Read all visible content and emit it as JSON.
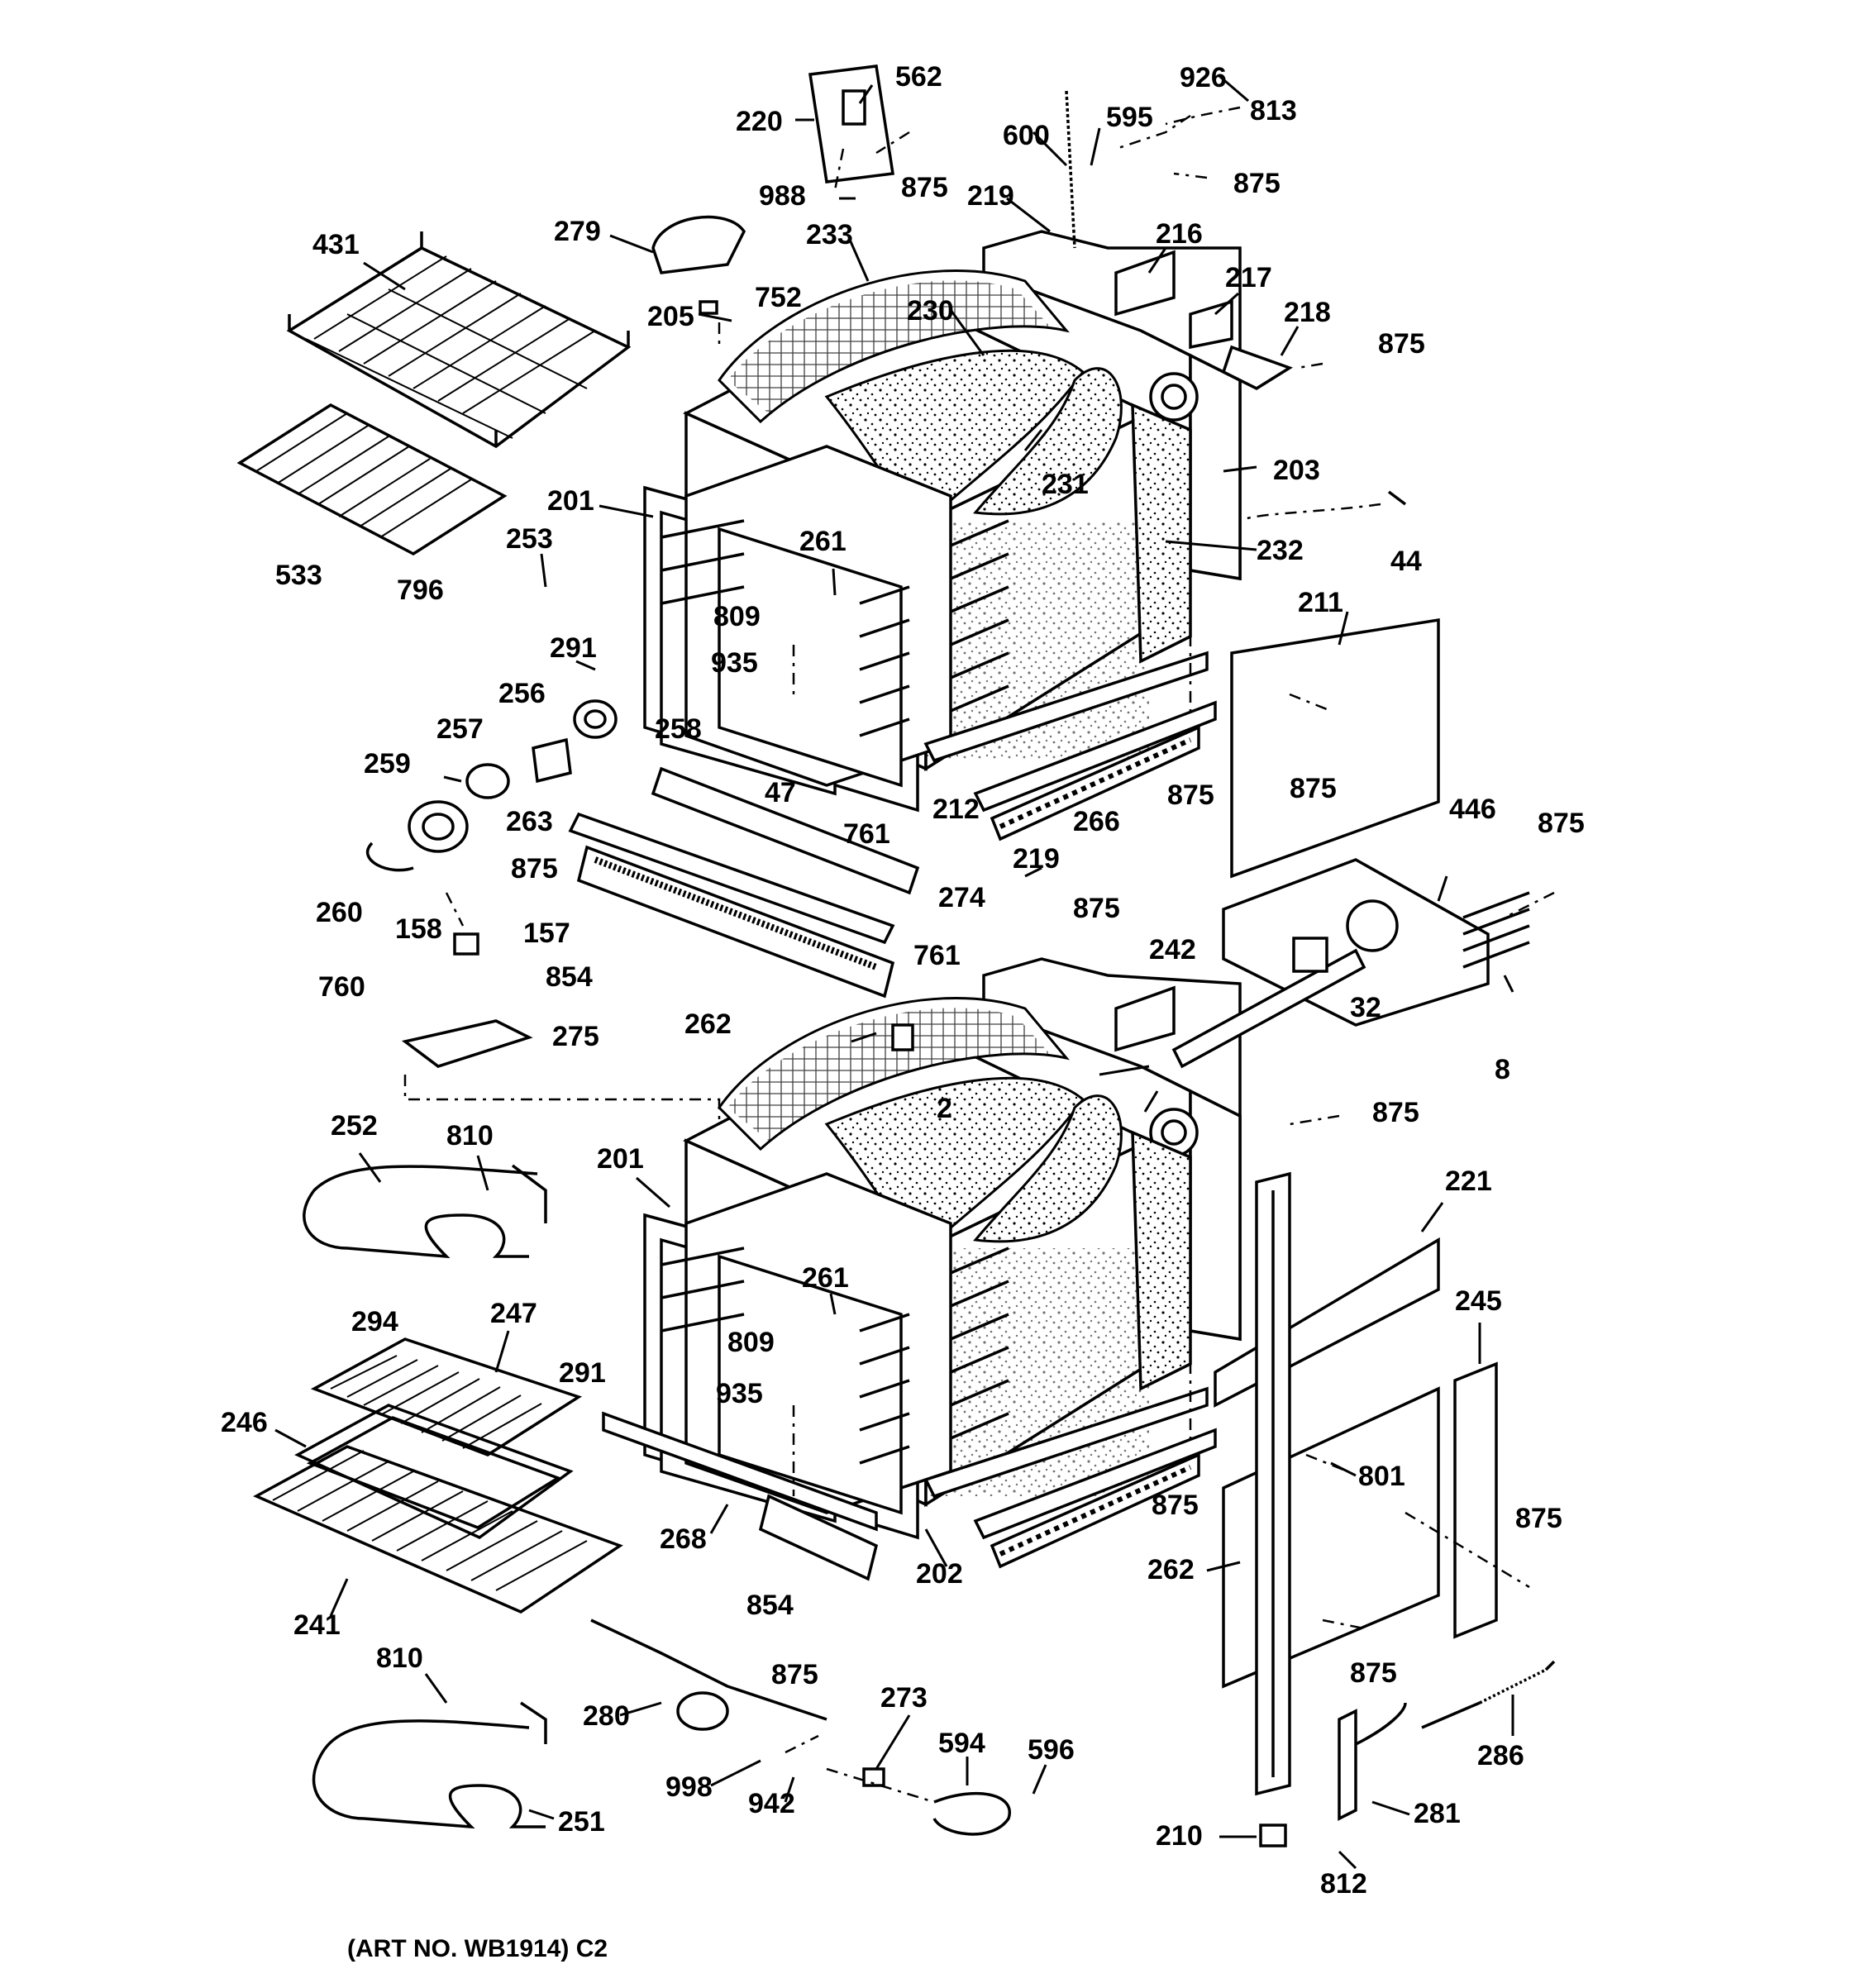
{
  "diagram": {
    "caption": "(ART NO. WB1914) C2",
    "labels": {
      "l562": "562",
      "l220": "220",
      "l875a": "875",
      "l988": "988",
      "l926": "926",
      "l813": "813",
      "l600": "600",
      "l595": "595",
      "l875b": "875",
      "l219a": "219",
      "l216": "216",
      "l431": "431",
      "l279": "279",
      "l233": "233",
      "l752": "752",
      "l205": "205",
      "l230": "230",
      "l217": "217",
      "l218": "218",
      "l875c": "875",
      "l231": "231",
      "l203": "203",
      "l201a": "201",
      "l44": "44",
      "l253": "253",
      "l261a": "261",
      "l232": "232",
      "l533": "533",
      "l796": "796",
      "l809a": "809",
      "l291a": "291",
      "l211": "211",
      "l935a": "935",
      "l256": "256",
      "l257": "257",
      "l258": "258",
      "l259": "259",
      "l212": "212",
      "l266": "266",
      "l875d": "875",
      "l875e": "875",
      "l47": "47",
      "l263": "263",
      "l761a": "761",
      "l446": "446",
      "l875f": "875",
      "l260": "260",
      "l875g": "875",
      "l219b": "219",
      "l274": "274",
      "l875h": "875",
      "l158": "158",
      "l157": "157",
      "l761b": "761",
      "l242": "242",
      "l854a": "854",
      "l760": "760",
      "l32": "32",
      "l262a": "262",
      "l275": "275",
      "l8": "8",
      "l2": "2",
      "l875i": "875",
      "l252": "252",
      "l810a": "810",
      "l201b": "201",
      "l221": "221",
      "l294": "294",
      "l247": "247",
      "l261b": "261",
      "l245": "245",
      "l809b": "809",
      "l291b": "291",
      "l246": "246",
      "l935b": "935",
      "l801": "801",
      "l875j": "875",
      "l875k": "875",
      "l268": "268",
      "l262b": "262",
      "l241": "241",
      "l202": "202",
      "l854b": "854",
      "l810b": "810",
      "l875l": "875",
      "l273": "273",
      "l875m": "875",
      "l280": "280",
      "l594": "594",
      "l596": "596",
      "l286": "286",
      "l998": "998",
      "l942": "942",
      "l251": "251",
      "l281": "281",
      "l210": "210",
      "l812": "812"
    }
  }
}
